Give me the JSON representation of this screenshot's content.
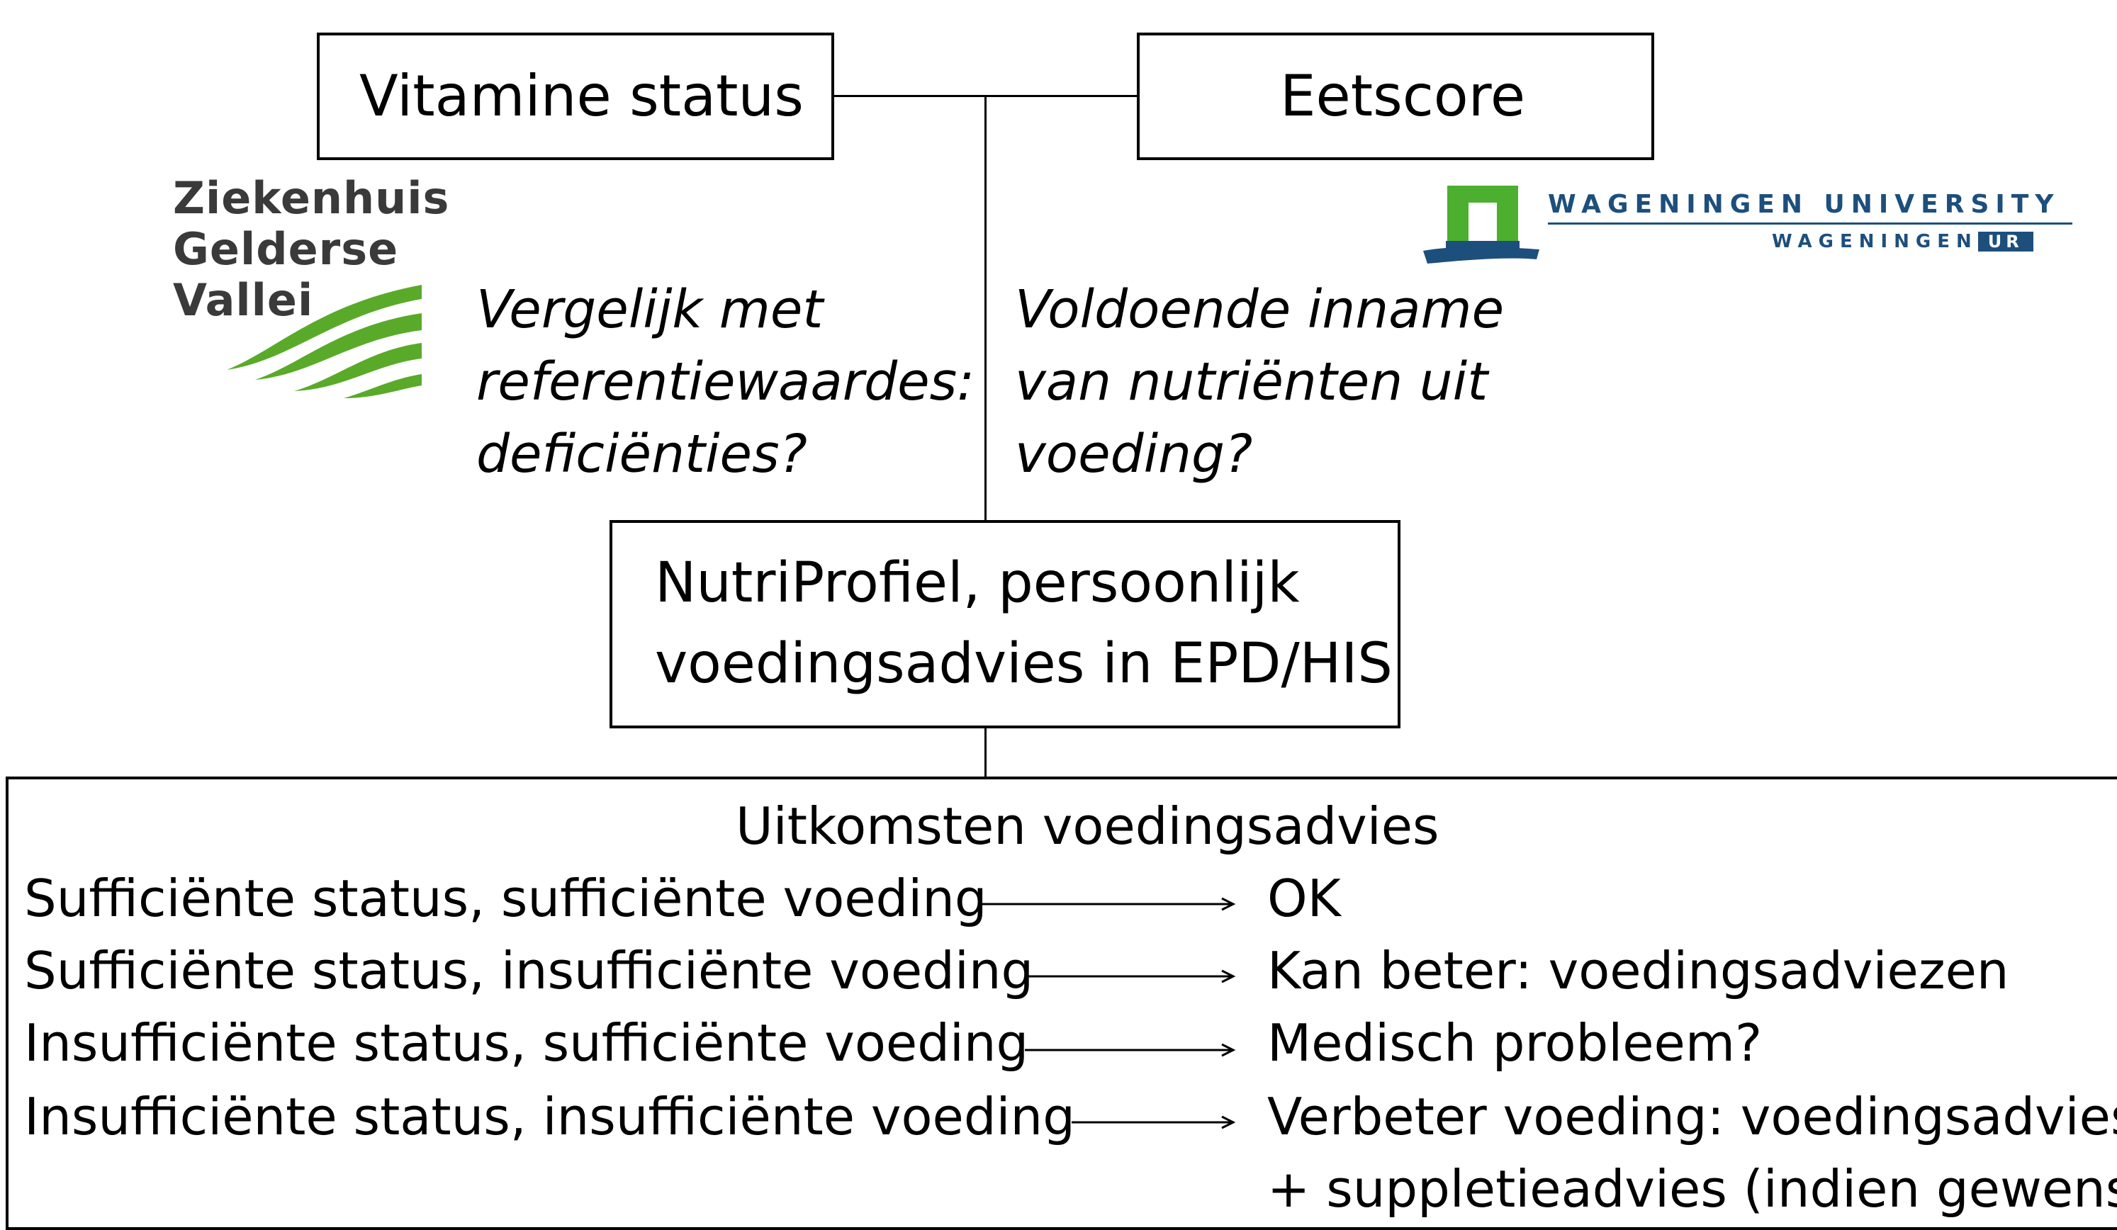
{
  "boxes": {
    "vitamine": "Vitamine status",
    "eetscore": "Eetscore",
    "nutriprofiel_line1": "NutriProfiel, persoonlijk",
    "nutriprofiel_line2": "voedingsadvies in EPD/HIS"
  },
  "notes": {
    "left": [
      "Vergelijk met",
      "referentiewaardes:",
      "deficiënties?"
    ],
    "right": [
      "Voldoende inname",
      "van nutriënten uit",
      "voeding?"
    ]
  },
  "logos": {
    "zgv": [
      "Ziekenhuis",
      "Gelderse",
      "Vallei"
    ],
    "zgv_color": "#5aaa2a",
    "wu_line1": "WAGENINGEN UNIVERSITY",
    "wu_line2_prefix": "WAGENINGEN",
    "wu_line2_badge": "UR",
    "wu_color": "#1d4f7c",
    "wu_green": "#4caf2f"
  },
  "outcomes": {
    "title": "Uitkomsten voedingsadvies",
    "rows": [
      {
        "condition": "Sufficiënte status, sufficiënte voeding",
        "result": "OK"
      },
      {
        "condition": "Sufficiënte status, insufficiënte voeding",
        "result": "Kan beter: voedingsadviezen"
      },
      {
        "condition": "Insufficiënte status, sufficiënte voeding",
        "result": "Medisch probleem?"
      },
      {
        "condition": "Insufficiënte status, insufficiënte voeding",
        "result": "Verbeter voeding: voedingsadvies"
      }
    ],
    "continuation": "+ suppletieadvies (indien gewenst)"
  }
}
